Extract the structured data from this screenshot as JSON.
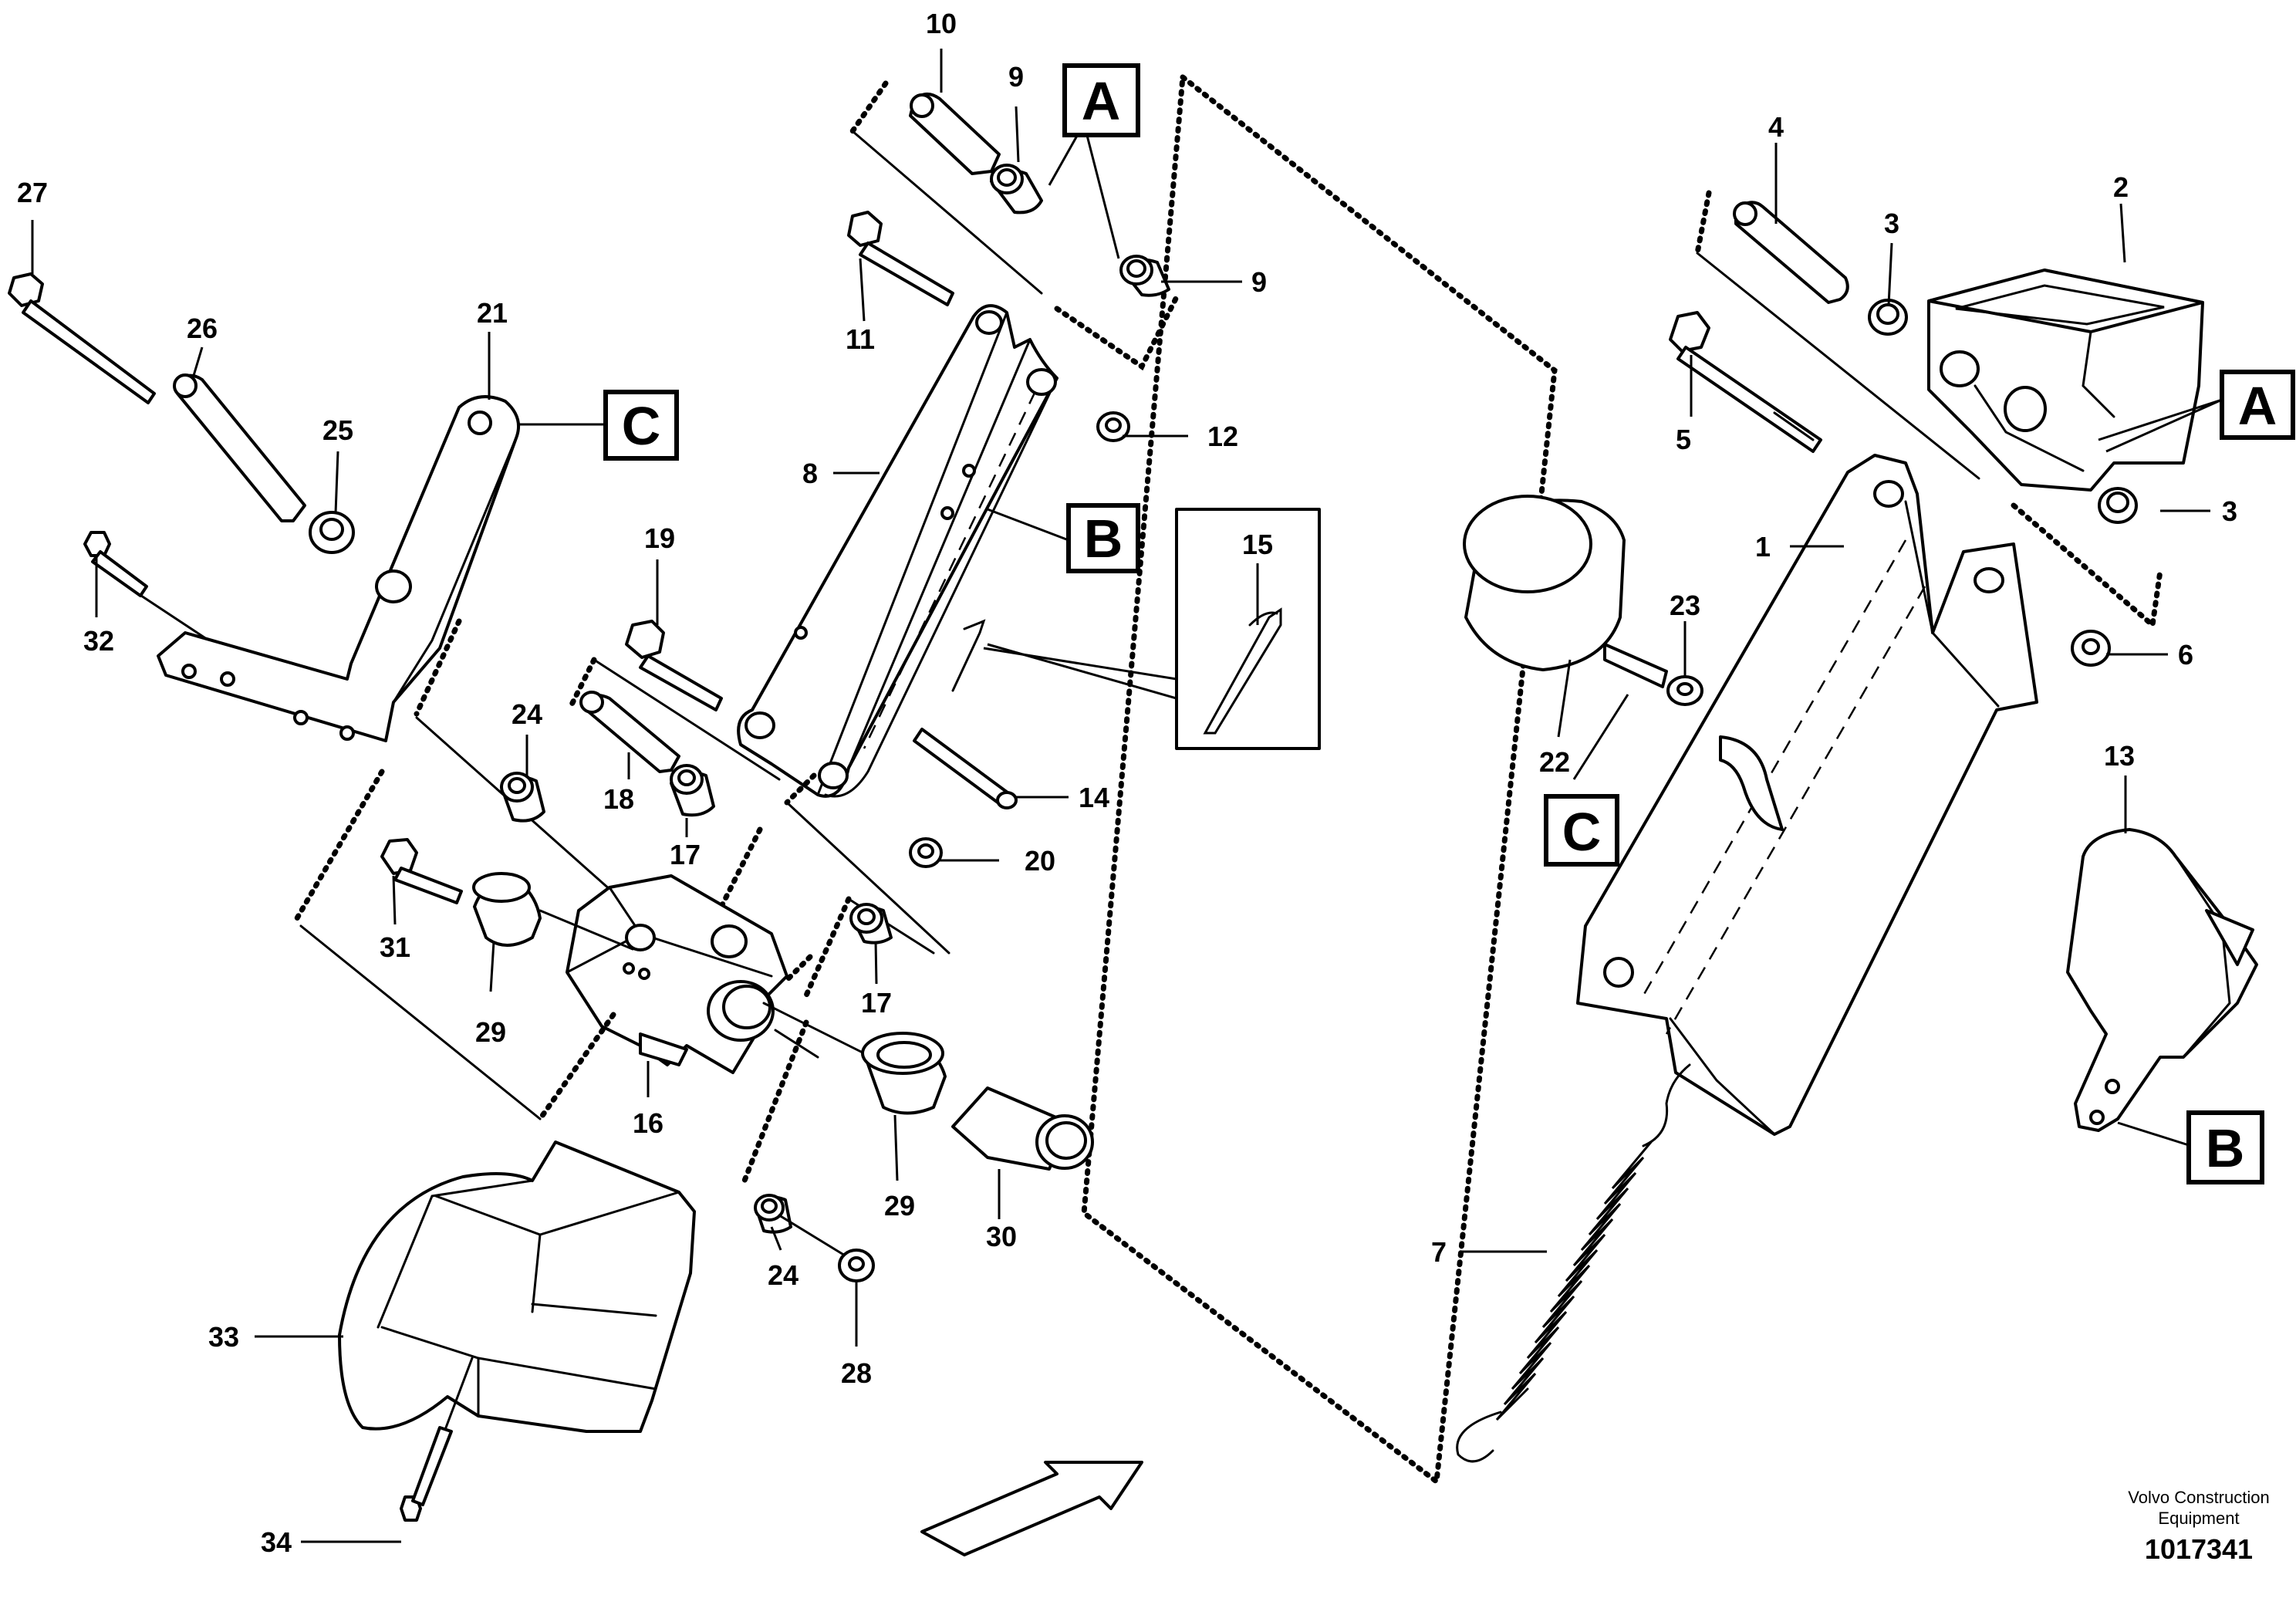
{
  "callouts": {
    "c1": "1",
    "c2": "2",
    "c3a": "3",
    "c3b": "3",
    "c4": "4",
    "c5": "5",
    "c6": "6",
    "c7": "7",
    "c8": "8",
    "c9a": "9",
    "c9b": "9",
    "c10": "10",
    "c11": "11",
    "c12": "12",
    "c13": "13",
    "c14": "14",
    "c15": "15",
    "c16": "16",
    "c17a": "17",
    "c17b": "17",
    "c18": "18",
    "c19": "19",
    "c20": "20",
    "c21": "21",
    "c22": "22",
    "c23": "23",
    "c24a": "24",
    "c24b": "24",
    "c25": "25",
    "c26": "26",
    "c27": "27",
    "c28": "28",
    "c29a": "29",
    "c29b": "29",
    "c30": "30",
    "c31": "31",
    "c32": "32",
    "c33": "33",
    "c34": "34"
  },
  "references": {
    "a_top": "A",
    "a_right": "A",
    "b_mid": "B",
    "b_right": "B",
    "c_left": "C",
    "c_mid": "C"
  },
  "footer": {
    "company_line1": "Volvo Construction",
    "company_line2": "Equipment",
    "drawing_number": "1017341"
  }
}
